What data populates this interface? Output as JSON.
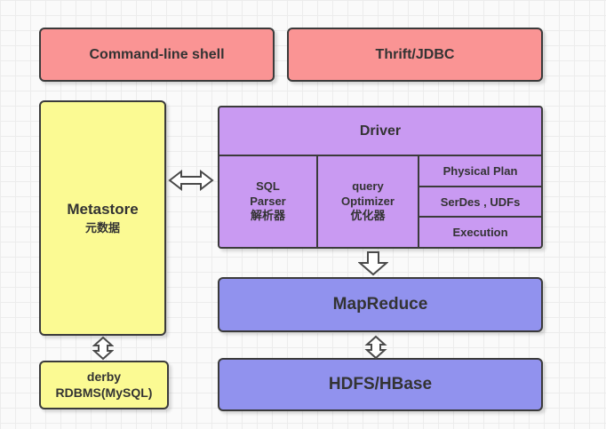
{
  "boxes": {
    "cli": {
      "label": "Command-line shell"
    },
    "thrift": {
      "label": "Thrift/JDBC"
    },
    "metastore": {
      "line1": "Metastore",
      "line2": "元数据"
    },
    "driver": {
      "title": "Driver",
      "sql_parser": {
        "line1": "SQL",
        "line2": "Parser",
        "line3": "解析器"
      },
      "optimizer": {
        "line1": "query",
        "line2": "Optimizer",
        "line3": "优化器"
      },
      "physical_plan": "Physical Plan",
      "serdes": "SerDes , UDFs",
      "execution": "Execution"
    },
    "mapreduce": {
      "label": "MapReduce"
    },
    "hdfs": {
      "label": "HDFS/HBase"
    },
    "derby": {
      "line1": "derby",
      "line2": "RDBMS(MySQL)"
    }
  },
  "arrows": [
    {
      "name": "metastore-driver-double-arrow",
      "direction": "horizontal-bidirectional"
    },
    {
      "name": "metastore-derby-double-arrow",
      "direction": "vertical-bidirectional"
    },
    {
      "name": "driver-mapreduce-arrow",
      "direction": "down"
    },
    {
      "name": "mapreduce-hdfs-double-arrow",
      "direction": "vertical-bidirectional"
    }
  ],
  "colors": {
    "client_pink": "#fa9494",
    "metastore_yellow": "#fbfa93",
    "driver_purple": "#c99af2",
    "storage_blue": "#9192ee",
    "border": "#3b3b3b",
    "text": "#333333",
    "grid_line": "#ececec",
    "background": "#fafafa",
    "arrow_fill": "#ffffff"
  }
}
